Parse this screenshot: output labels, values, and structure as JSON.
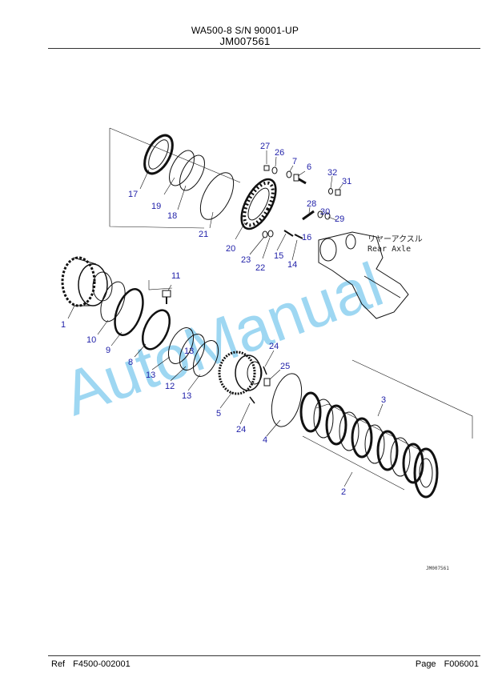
{
  "header": {
    "model": "WA500-8 S/N 90001-UP",
    "code": "JM007561"
  },
  "diagram": {
    "drawing_id": "JM007561",
    "reference_label_jp": "リヤーアクスル",
    "reference_label_en": "Rear Axle",
    "watermark": "AutoManual",
    "callouts": [
      "1",
      "2",
      "3",
      "4",
      "5",
      "6",
      "7",
      "8",
      "9",
      "10",
      "11",
      "12",
      "13",
      "13",
      "13",
      "14",
      "15",
      "16",
      "17",
      "18",
      "19",
      "20",
      "21",
      "22",
      "23",
      "24",
      "24",
      "25",
      "26",
      "27",
      "28",
      "29",
      "30",
      "31",
      "32"
    ]
  },
  "footer": {
    "ref_label": "Ref",
    "ref_value": "F4500-002001",
    "page_label": "Page",
    "page_value": "F006001"
  }
}
